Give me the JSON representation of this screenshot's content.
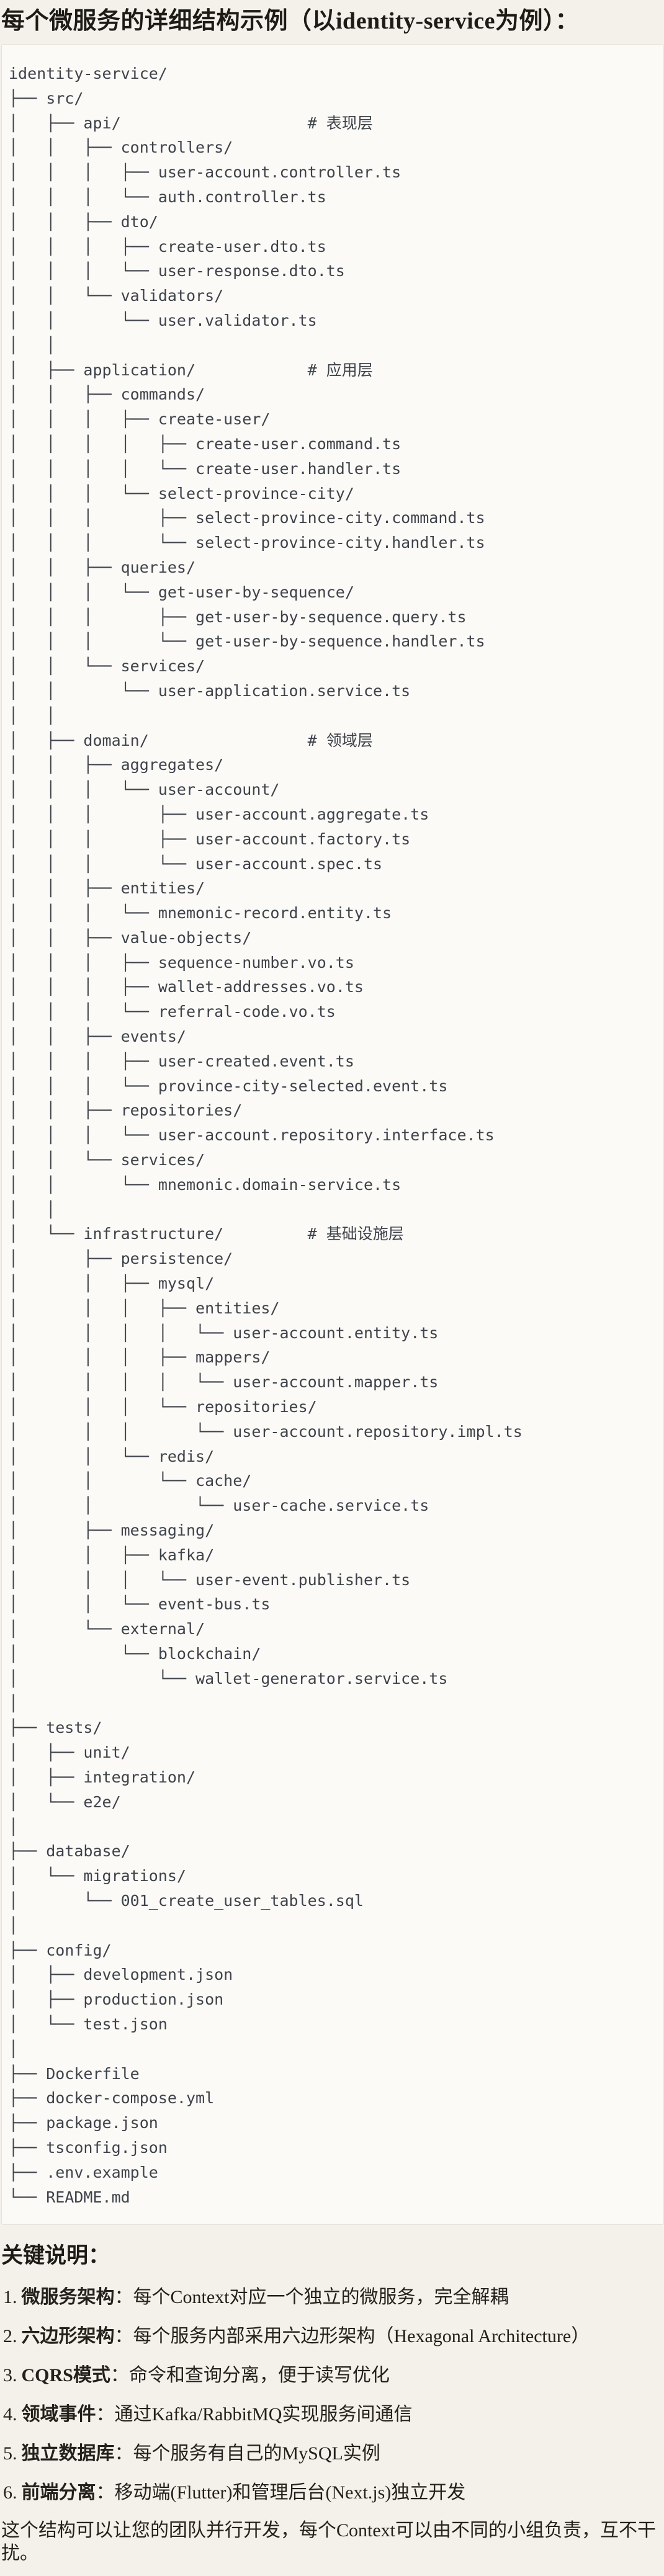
{
  "page": {
    "title": "每个微服务的详细结构示例（以identity-service为例）：",
    "footer": "这个结构可以让您的团队并行开发，每个Context可以由不同的小组负责，互不干扰。"
  },
  "tree": {
    "root_label": "identity-service/",
    "layer_comments": [
      "# 表现层",
      "# 应用层",
      "# 领域层",
      "# 基础设施层"
    ],
    "lines": [
      "identity-service/",
      "├── src/",
      "│   ├── api/                    # 表现层",
      "│   │   ├── controllers/",
      "│   │   │   ├── user-account.controller.ts",
      "│   │   │   └── auth.controller.ts",
      "│   │   ├── dto/",
      "│   │   │   ├── create-user.dto.ts",
      "│   │   │   └── user-response.dto.ts",
      "│   │   └── validators/",
      "│   │       └── user.validator.ts",
      "│   │",
      "│   ├── application/            # 应用层",
      "│   │   ├── commands/",
      "│   │   │   ├── create-user/",
      "│   │   │   │   ├── create-user.command.ts",
      "│   │   │   │   └── create-user.handler.ts",
      "│   │   │   └── select-province-city/",
      "│   │   │       ├── select-province-city.command.ts",
      "│   │   │       └── select-province-city.handler.ts",
      "│   │   ├── queries/",
      "│   │   │   └── get-user-by-sequence/",
      "│   │   │       ├── get-user-by-sequence.query.ts",
      "│   │   │       └── get-user-by-sequence.handler.ts",
      "│   │   └── services/",
      "│   │       └── user-application.service.ts",
      "│   │",
      "│   ├── domain/                 # 领域层",
      "│   │   ├── aggregates/",
      "│   │   │   └── user-account/",
      "│   │   │       ├── user-account.aggregate.ts",
      "│   │   │       ├── user-account.factory.ts",
      "│   │   │       └── user-account.spec.ts",
      "│   │   ├── entities/",
      "│   │   │   └── mnemonic-record.entity.ts",
      "│   │   ├── value-objects/",
      "│   │   │   ├── sequence-number.vo.ts",
      "│   │   │   ├── wallet-addresses.vo.ts",
      "│   │   │   └── referral-code.vo.ts",
      "│   │   ├── events/",
      "│   │   │   ├── user-created.event.ts",
      "│   │   │   └── province-city-selected.event.ts",
      "│   │   ├── repositories/",
      "│   │   │   └── user-account.repository.interface.ts",
      "│   │   └── services/",
      "│   │       └── mnemonic.domain-service.ts",
      "│   │",
      "│   └── infrastructure/         # 基础设施层",
      "│       ├── persistence/",
      "│       │   ├── mysql/",
      "│       │   │   ├── entities/",
      "│       │   │   │   └── user-account.entity.ts",
      "│       │   │   ├── mappers/",
      "│       │   │   │   └── user-account.mapper.ts",
      "│       │   │   └── repositories/",
      "│       │   │       └── user-account.repository.impl.ts",
      "│       │   └── redis/",
      "│       │       └── cache/",
      "│       │           └── user-cache.service.ts",
      "│       ├── messaging/",
      "│       │   ├── kafka/",
      "│       │   │   └── user-event.publisher.ts",
      "│       │   └── event-bus.ts",
      "│       └── external/",
      "│           └── blockchain/",
      "│               └── wallet-generator.service.ts",
      "│",
      "├── tests/",
      "│   ├── unit/",
      "│   ├── integration/",
      "│   └── e2e/",
      "│",
      "├── database/",
      "│   └── migrations/",
      "│       └── 001_create_user_tables.sql",
      "│",
      "├── config/",
      "│   ├── development.json",
      "│   ├── production.json",
      "│   └── test.json",
      "│",
      "├── Dockerfile",
      "├── docker-compose.yml",
      "├── package.json",
      "├── tsconfig.json",
      "├── .env.example",
      "└── README.md"
    ]
  },
  "notes": {
    "heading": "关键说明：",
    "separator": "：",
    "items": [
      {
        "num": "1.",
        "term": "微服务架构",
        "desc": "每个Context对应一个独立的微服务，完全解耦"
      },
      {
        "num": "2.",
        "term": "六边形架构",
        "desc": "每个服务内部采用六边形架构（Hexagonal Architecture）"
      },
      {
        "num": "3.",
        "term": "CQRS模式",
        "desc": "命令和查询分离，便于读写优化"
      },
      {
        "num": "4.",
        "term": "领域事件",
        "desc": "通过Kafka/RabbitMQ实现服务间通信"
      },
      {
        "num": "5.",
        "term": "独立数据库",
        "desc": "每个服务有自己的MySQL实例"
      },
      {
        "num": "6.",
        "term": "前端分离",
        "desc": "移动端(Flutter)和管理后台(Next.js)独立开发"
      }
    ]
  },
  "colors": {
    "page_background": "#f4f1ea",
    "code_background": "#fbfaf7",
    "code_border": "#e7e3da",
    "code_text": "#3e424a",
    "heading_text": "#1c1b16",
    "body_text": "#23211b"
  }
}
